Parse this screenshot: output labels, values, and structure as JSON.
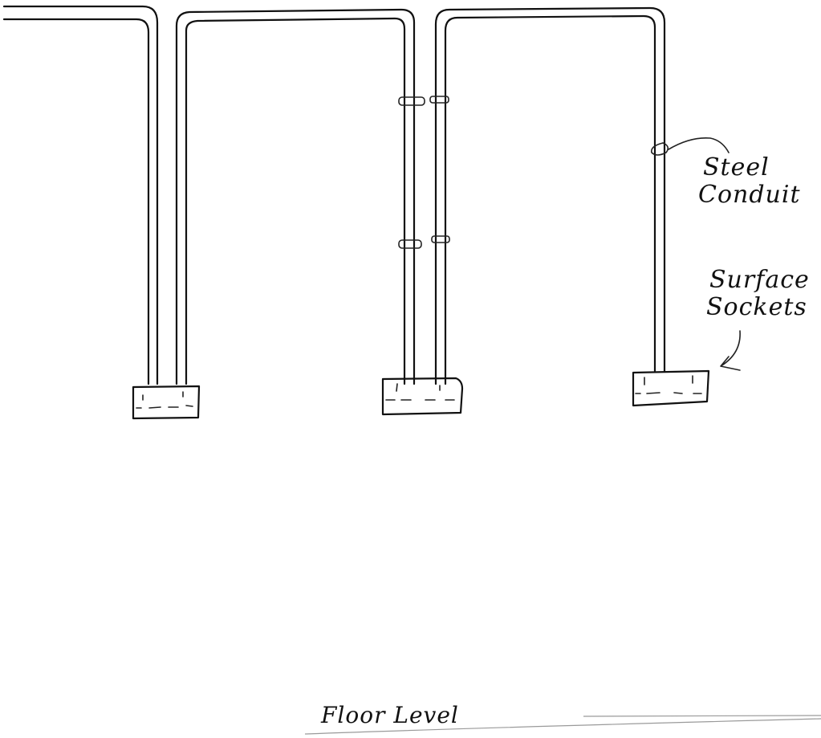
{
  "diagram": {
    "type": "hand-drawn wiring sketch",
    "labels": {
      "steel_conduit_line1": "Steel",
      "steel_conduit_line2": "Conduit",
      "surface_sockets_line1": "Surface",
      "surface_sockets_line2": "Sockets",
      "floor_level": "Floor Level"
    },
    "components": {
      "conduit_runs": 3,
      "surface_sockets": 3,
      "saddle_clips": 4
    },
    "colors": {
      "ink": "#111111",
      "paper": "#ffffff",
      "faint_line": "#9a9a9a"
    }
  }
}
